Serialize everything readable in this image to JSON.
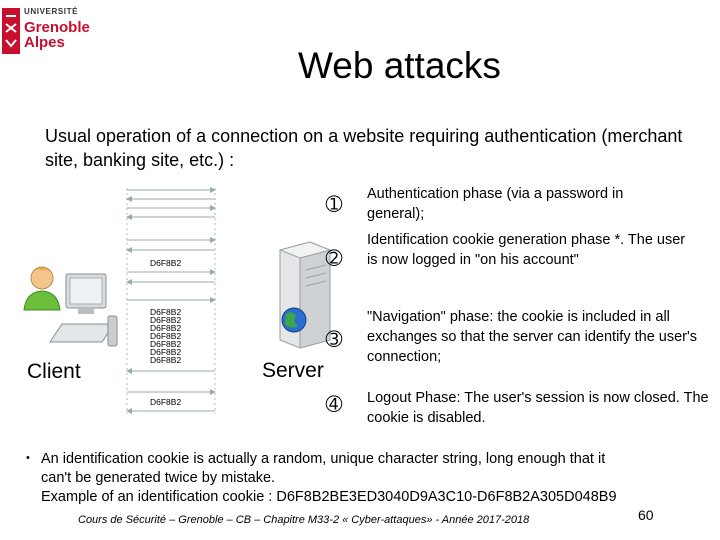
{
  "logo": {
    "line1": "UNIVERSITÉ",
    "line2": "Grenoble",
    "line3": "Alpes",
    "brand_color": "#c8102e"
  },
  "title": "Web attacks",
  "intro": "Usual operation of a connection on a website requiring authentication (merchant site, banking site, etc.)  :",
  "diagram": {
    "client_label": "Client",
    "server_label": "Server",
    "cookie_single": "D6F8B2",
    "cookie_stack": [
      "D6F8B2",
      "D6F8B2",
      "D6F8B2",
      "D6F8B2",
      "D6F8B2",
      "D6F8B2",
      "D6F8B2"
    ],
    "cookie_logout": "D6F8B2",
    "client_icon": "user-computer-icon",
    "server_icon": "server-globe-icon"
  },
  "phases": [
    {
      "marker": "➀",
      "text": "Authentication phase (via a password in general);"
    },
    {
      "marker": "➁",
      "text": "Identification cookie generation phase *. The user is now logged in \"on his account\""
    },
    {
      "marker": "➂",
      "text": "\"Navigation\" phase: the cookie is included in all exchanges so that the server can identify the user's connection;"
    },
    {
      "marker": "➃",
      "text": "Logout Phase: The user's session is now closed. The cookie is disabled."
    }
  ],
  "bullet": {
    "marker": "•",
    "line1": "An identification cookie is actually a random, unique character string, long enough that it",
    "line2": "can't be generated twice by mistake.",
    "line3": "Example of an identification cookie : D6F8B2BE3ED3040D9A3C10-D6F8B2A305D048B9"
  },
  "footer": "Cours de Sécurité – Grenoble – CB – Chapitre M33-2 « Cyber-attaques» - Année 2017-2018",
  "page_number": "60"
}
